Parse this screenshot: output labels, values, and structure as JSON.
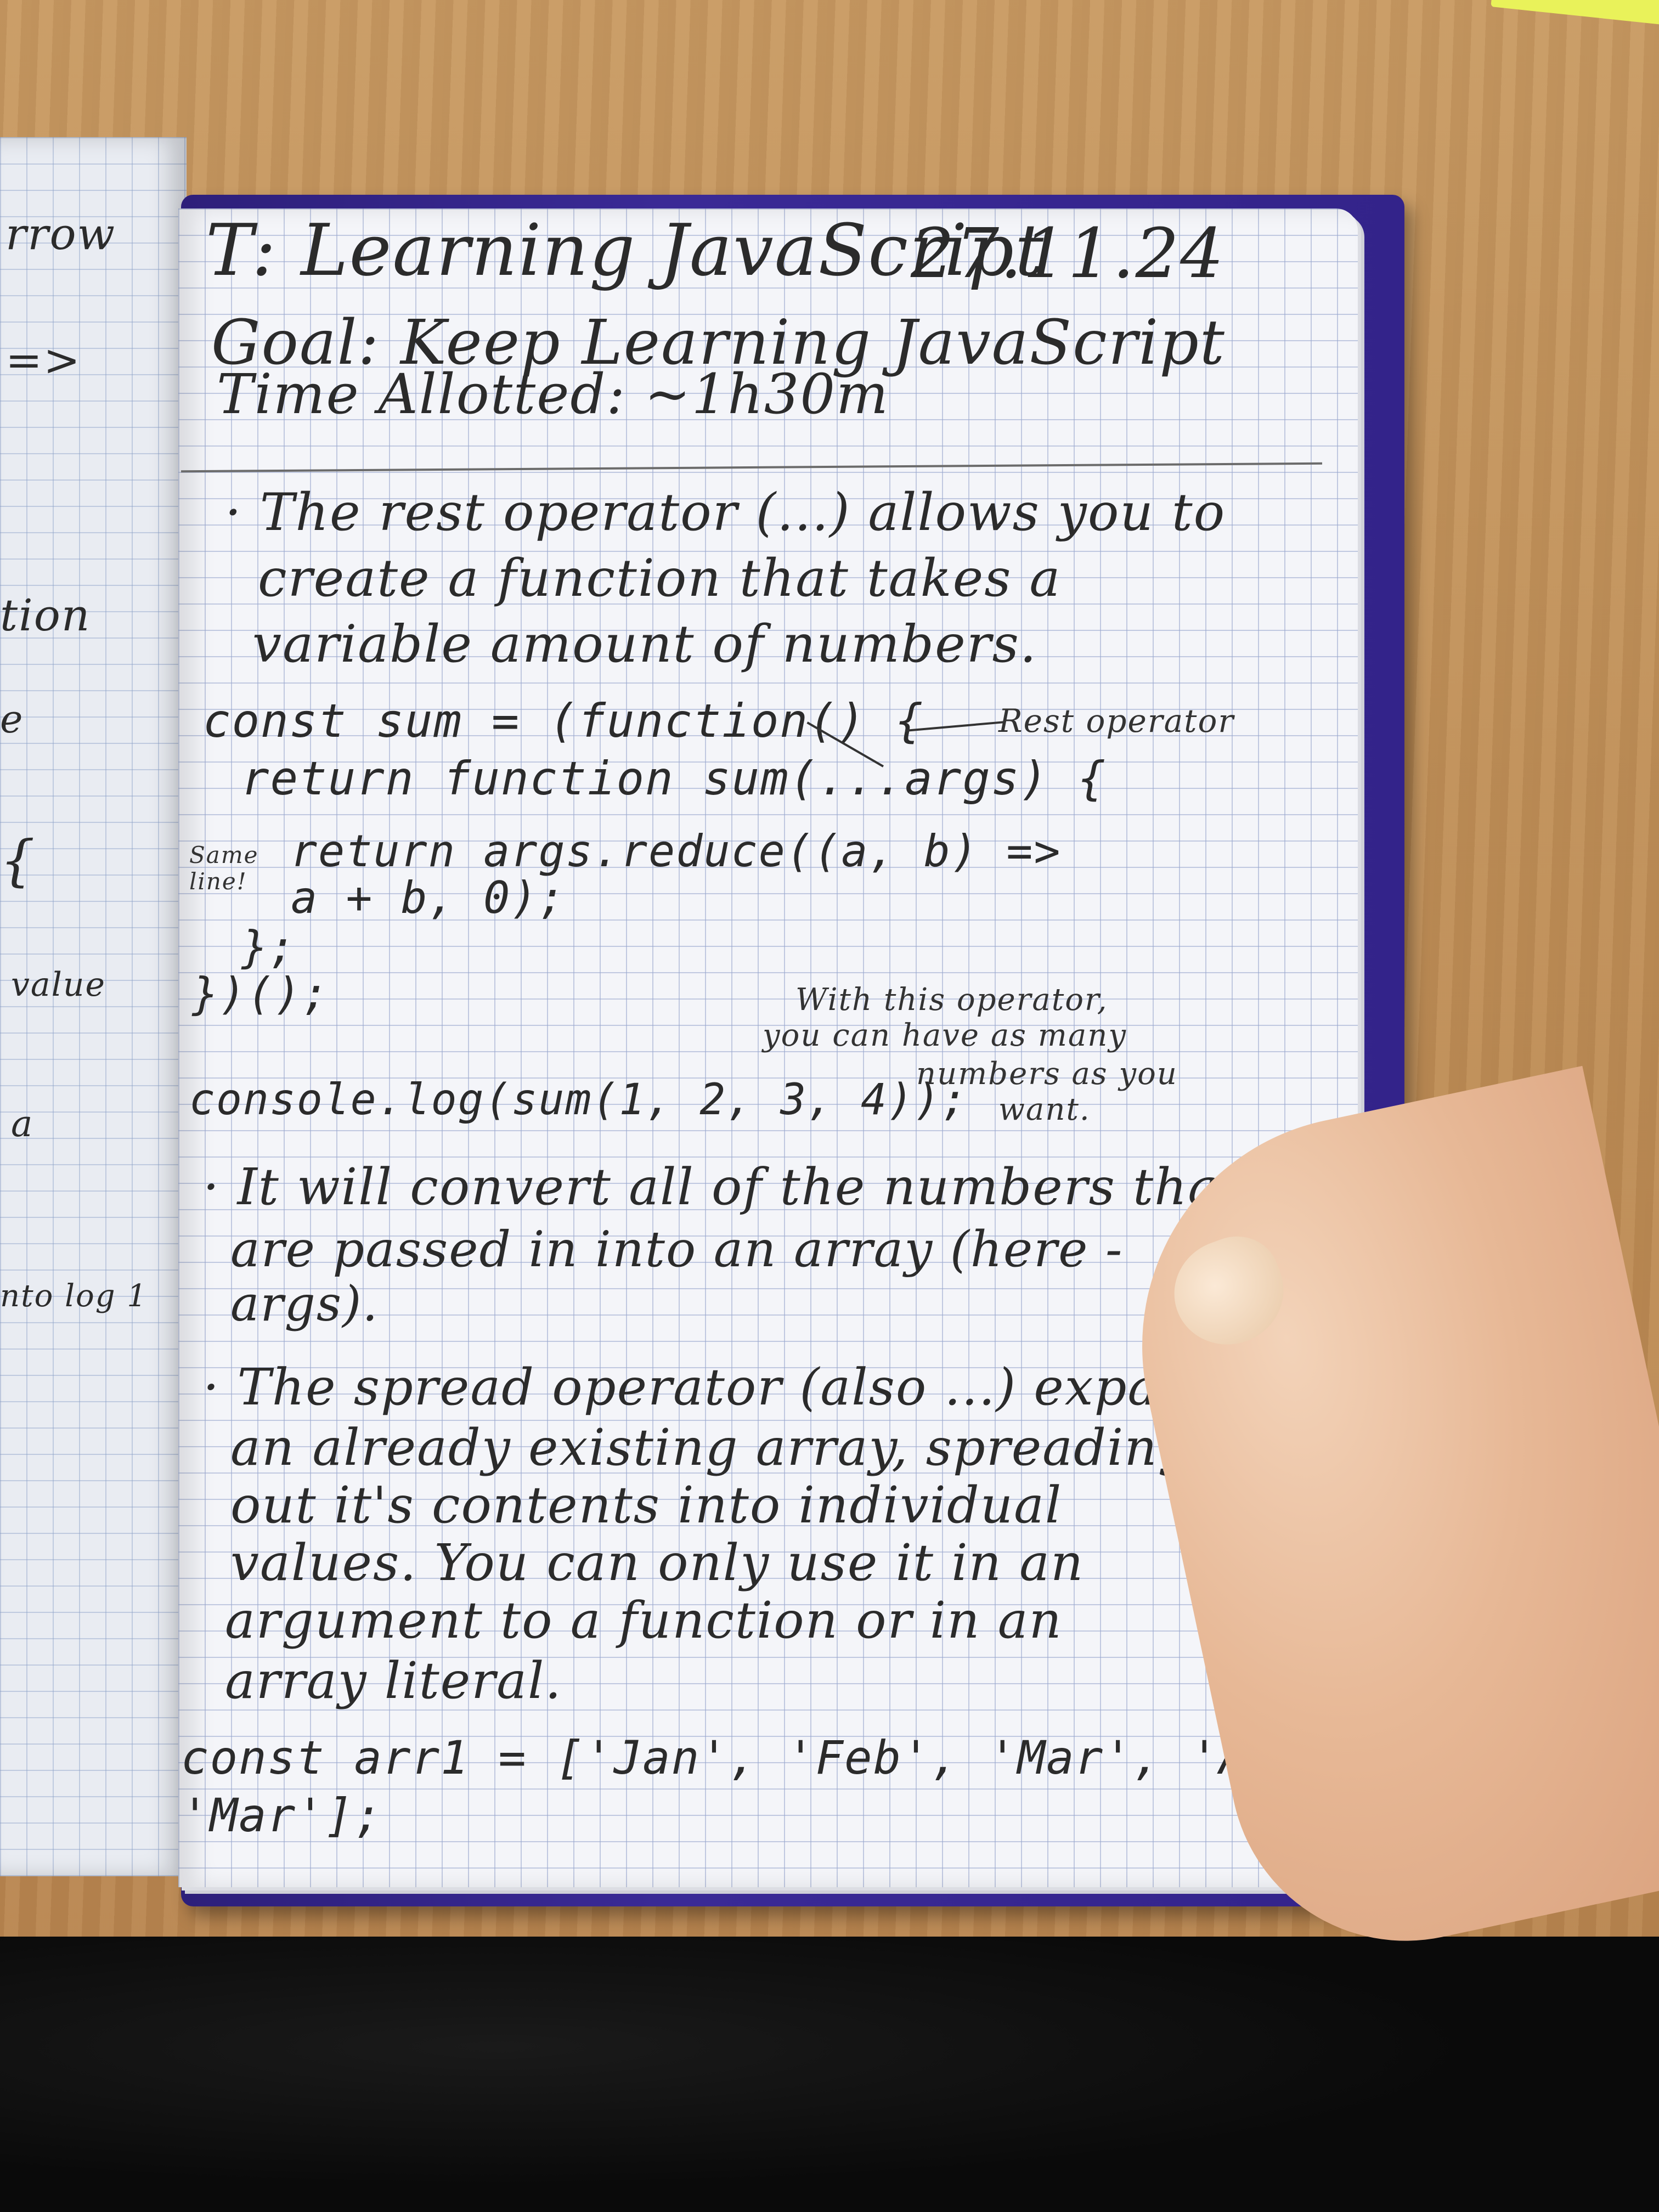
{
  "notebook": {
    "header": {
      "title": "T: Learning JavaScript",
      "date": "27.11.24",
      "goal": "Goal: Keep Learning JavaScript",
      "time": "Time Allotted: ~1h30m"
    },
    "lines": [
      "· The rest operator (...) allows you to",
      "create a function that takes a",
      "variable amount of numbers.",
      "const sum = (function() {",
      "return function sum(...args) {",
      "return args.reduce((a, b) =>",
      "a + b, 0);",
      "};",
      "})();",
      "console.log(sum(1, 2, 3, 4));",
      "· It will convert all of the numbers that",
      "are passed in into an array (here -",
      "args).",
      "· The spread operator (also ...) expands",
      "an already existing array, spreading",
      "out it's contents into individual",
      "values. You can only use it in an",
      "argument to a function or in an",
      "array literal.",
      "const arr1 = ['Jan', 'Feb', 'Mar', 'Apr',",
      "'Mar'];"
    ],
    "annotations": {
      "rest_operator": "Rest operator",
      "same_line": "Same line!",
      "with_operator": [
        "With this operator,",
        "you can have as many",
        "numbers as you",
        "want."
      ]
    },
    "left_page_fragments": [
      "rrow",
      "=>",
      "tion",
      "e",
      "{",
      "value",
      "a",
      "nto log 1"
    ]
  }
}
